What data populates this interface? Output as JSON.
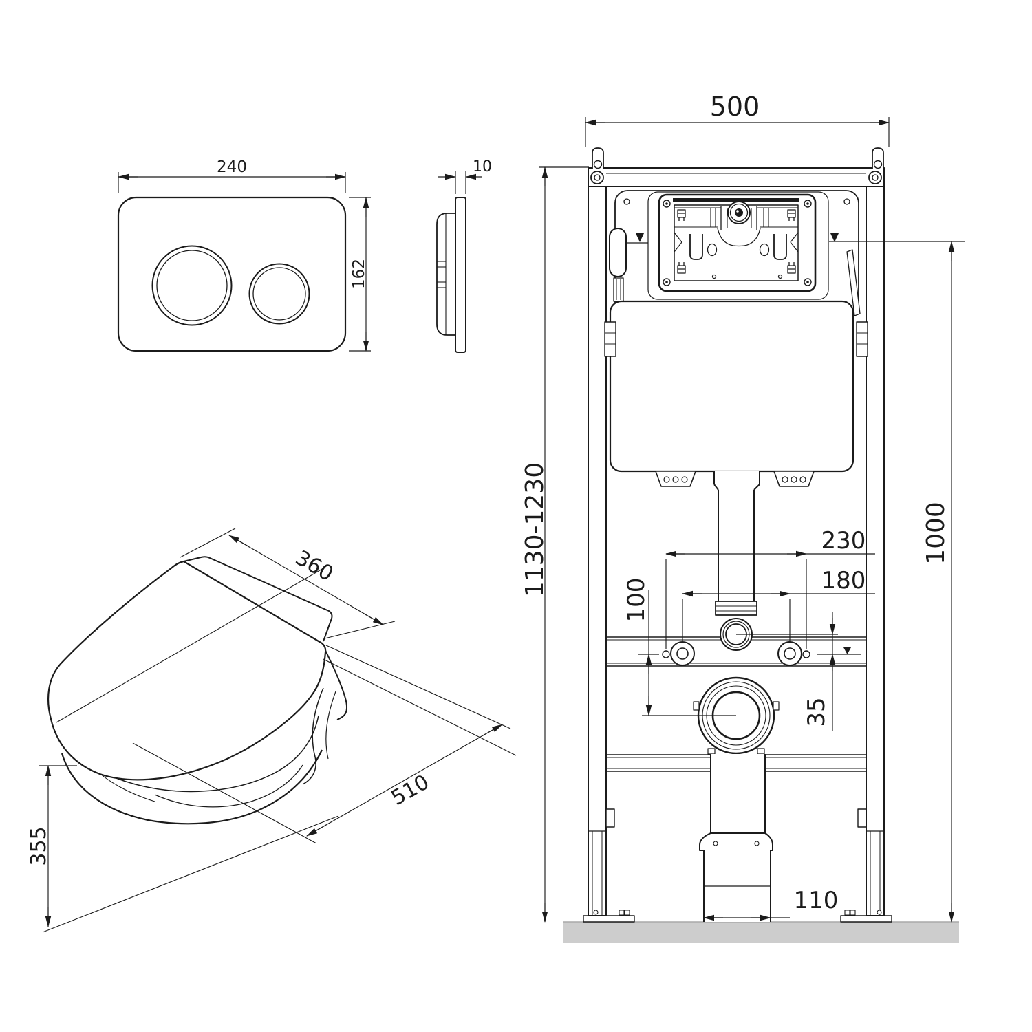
{
  "drawing": {
    "line_color": "#1b1b1b",
    "floor_color": "#cdcdcd"
  },
  "flush_plate_front": {
    "width": "240",
    "height": "162"
  },
  "flush_plate_side": {
    "thickness": "10"
  },
  "frame": {
    "width": "500",
    "height_range": "1130-1230",
    "flush_axis_height": "1000",
    "bolt_spacing": "230",
    "stud_spacing": "180",
    "stud_to_outlet": "100",
    "axis_offset": "35",
    "drain_diameter": "110"
  },
  "toilet": {
    "width": "360",
    "depth": "510",
    "height": "355"
  }
}
